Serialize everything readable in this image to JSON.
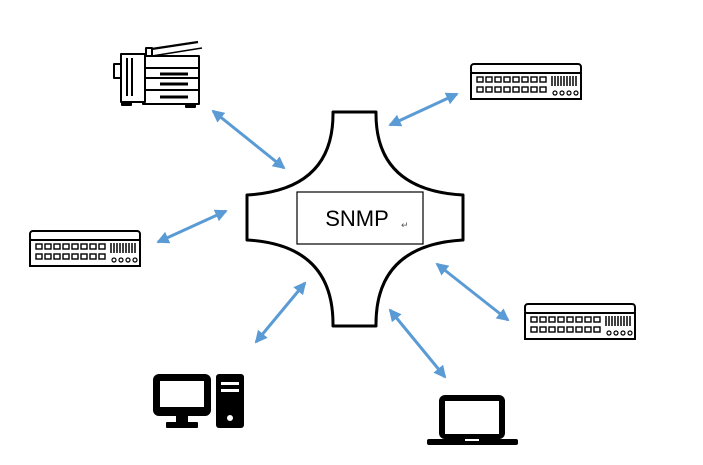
{
  "center": {
    "label": "SNMP",
    "return_mark": "↵"
  },
  "nodes": [
    {
      "id": "printer",
      "icon": "printer-icon"
    },
    {
      "id": "switch-top-right",
      "icon": "network-switch-icon"
    },
    {
      "id": "switch-left",
      "icon": "network-switch-icon"
    },
    {
      "id": "switch-right",
      "icon": "network-switch-icon"
    },
    {
      "id": "desktop",
      "icon": "desktop-computer-icon"
    },
    {
      "id": "laptop",
      "icon": "laptop-icon"
    }
  ],
  "colors": {
    "arrow": "#5b9bd5",
    "stroke": "#000000",
    "background": "#ffffff"
  }
}
